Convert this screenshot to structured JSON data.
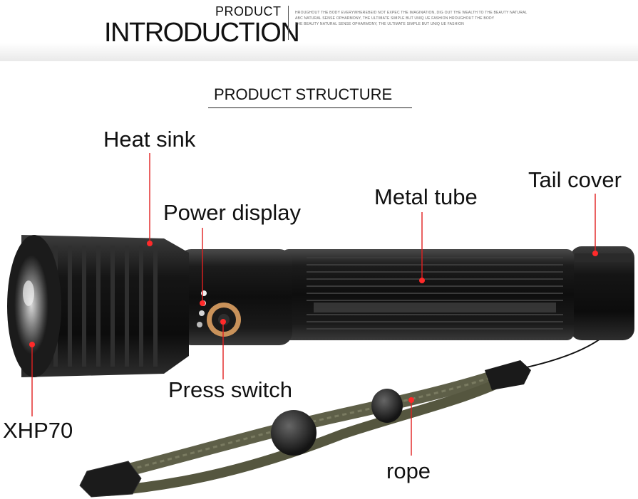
{
  "header": {
    "product_small": "PRODUCT",
    "product_big": "INTRODUCTION",
    "blurb_lines": [
      "HROUGHOUT THE BODY EVERYWHEREBEID NOT EXPEC THE IMAGINATION, DIG OUT THE WEALTH TO THE BEAUTY NATURAL",
      "ABC NATURAL SENSE OPHARMONY, THE ULTIMATE SIMPLE BUT UNIQ UE FASHION HROUGHOUT THE BODY",
      "THE BEAUTY NATURAL SENSE OPHARMONY, THE ULTIMATE SIMPLE BUT UNIQ UE FASHION"
    ]
  },
  "section_title": "PRODUCT STRUCTURE",
  "labels": {
    "heat_sink": "Heat sink",
    "power_display": "Power display",
    "metal_tube": "Metal tube",
    "tail_cover": "Tail cover",
    "press_switch": "Press switch",
    "xhp70": "XHP70",
    "rope": "rope"
  },
  "colors": {
    "leader": "#e02020",
    "body": "#151515",
    "switch_ring": "#c9925a",
    "rope": "#5e5f48"
  }
}
